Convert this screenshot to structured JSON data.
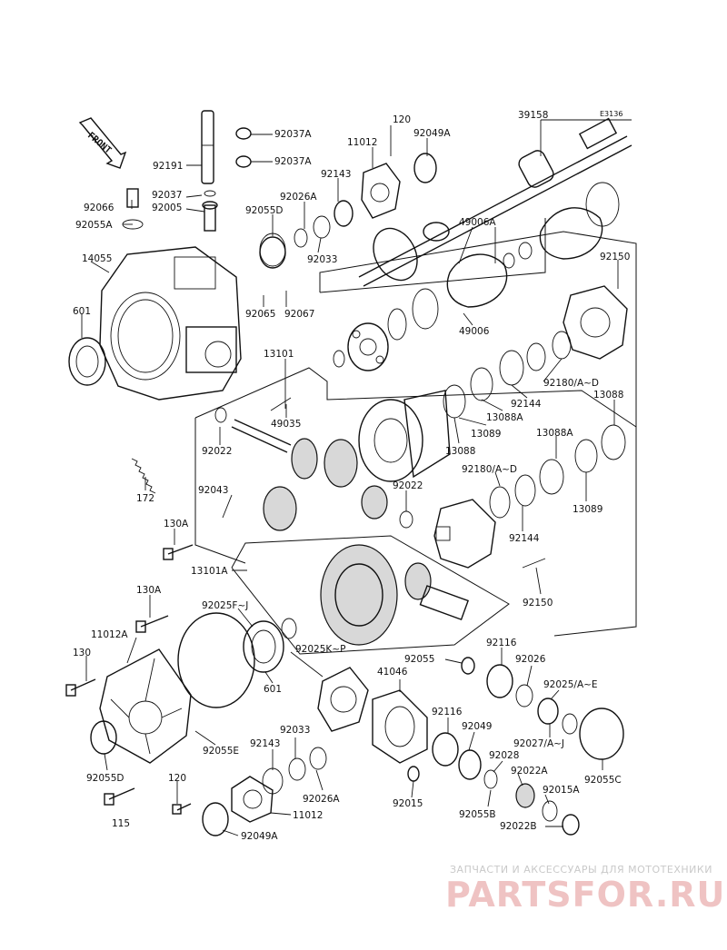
{
  "diagram_code": "E3136",
  "front_label": "FRONT",
  "watermark": {
    "top": "ЗАПЧАСТИ И АКСЕССУАРЫ ДЛЯ МОТОТЕХНИКИ",
    "logo": "PARTSFOR.RU"
  },
  "labels": {
    "l92191": "92191",
    "l92037A_1": "92037A",
    "l92037A_2": "92037A",
    "l120_top": "120",
    "l11012_top": "11012",
    "l92049A_top": "92049A",
    "l39158": "39158",
    "l92066": "92066",
    "l92037": "92037",
    "l92005": "92005",
    "l92026A_top": "92026A",
    "l92143_top": "92143",
    "l92055A": "92055A",
    "l92055D_top": "92055D",
    "l92033_top": "92033",
    "l49006A": "49006A",
    "l14055": "14055",
    "l92150_top": "92150",
    "l601_top": "601",
    "l92065": "92065",
    "l92067": "92067",
    "l49006": "49006",
    "l13101": "13101",
    "l92180_1": "92180/A~D",
    "l92144_1": "92144",
    "l13088": "13088",
    "l49035": "49035",
    "l13088A_1": "13088A",
    "l92022_1": "92022",
    "l13089_1": "13089",
    "l13088_2": "13088",
    "l13088A_2": "13088A",
    "l172": "172",
    "l92180_2": "92180/A~D",
    "l92043": "92043",
    "l92022_2": "92022",
    "l13089_2": "13089",
    "l130A_1": "130A",
    "l92144_2": "92144",
    "l13101A": "13101A",
    "l92150_bot": "92150",
    "l130A_2": "130A",
    "l92025FJ": "92025F~J",
    "l11012A": "11012A",
    "l92116_1": "92116",
    "l130": "130",
    "l92025KP": "92025K~P",
    "l92055": "92055",
    "l92026": "92026",
    "l41046": "41046",
    "l92025AE": "92025/A~E",
    "l601_bot": "601",
    "l92116_2": "92116",
    "l92033_bot": "92033",
    "l92049": "92049",
    "l92027AJ": "92027/A~J",
    "l92143_bot": "92143",
    "l92055E": "92055E",
    "l92028": "92028",
    "l92055D_bot": "92055D",
    "l92022A": "92022A",
    "l92055C": "92055C",
    "l120_bot": "120",
    "l92026A_bot": "92026A",
    "l92015": "92015",
    "l92015A": "92015A",
    "l11012_bot": "11012",
    "l92055B": "92055B",
    "l115": "115",
    "l92022B": "92022B",
    "l92049A_bot": "92049A"
  }
}
